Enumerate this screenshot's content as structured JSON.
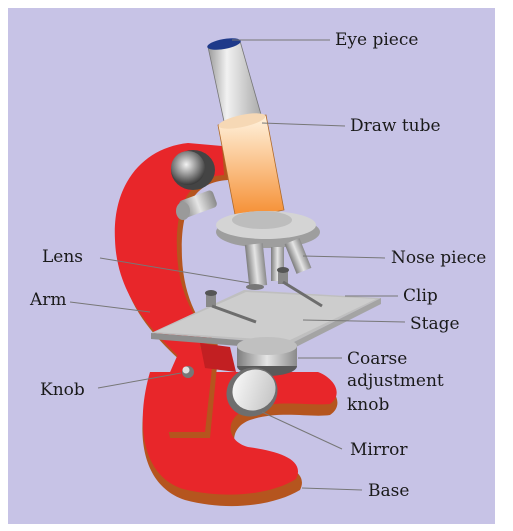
{
  "diagram": {
    "labels": {
      "eye_piece": "Eye piece",
      "draw_tube": "Draw tube",
      "nose_piece": "Nose piece",
      "lens": "Lens",
      "clip": "Clip",
      "arm": "Arm",
      "stage": "Stage",
      "coarse_line1": "Coarse",
      "coarse_line2": "adjustment",
      "coarse_line3": "knob",
      "knob": "Knob",
      "mirror": "Mirror",
      "base": "Base"
    },
    "colors": {
      "background": "#c7c3e6",
      "frame": "#ffffff",
      "body_red": "#e8262a",
      "body_shadow": "#b5551e",
      "steel": "#c8c8c8",
      "draw_tube_orange": "#f58b2c",
      "eyepiece_cap": "#1f3a8a"
    }
  }
}
